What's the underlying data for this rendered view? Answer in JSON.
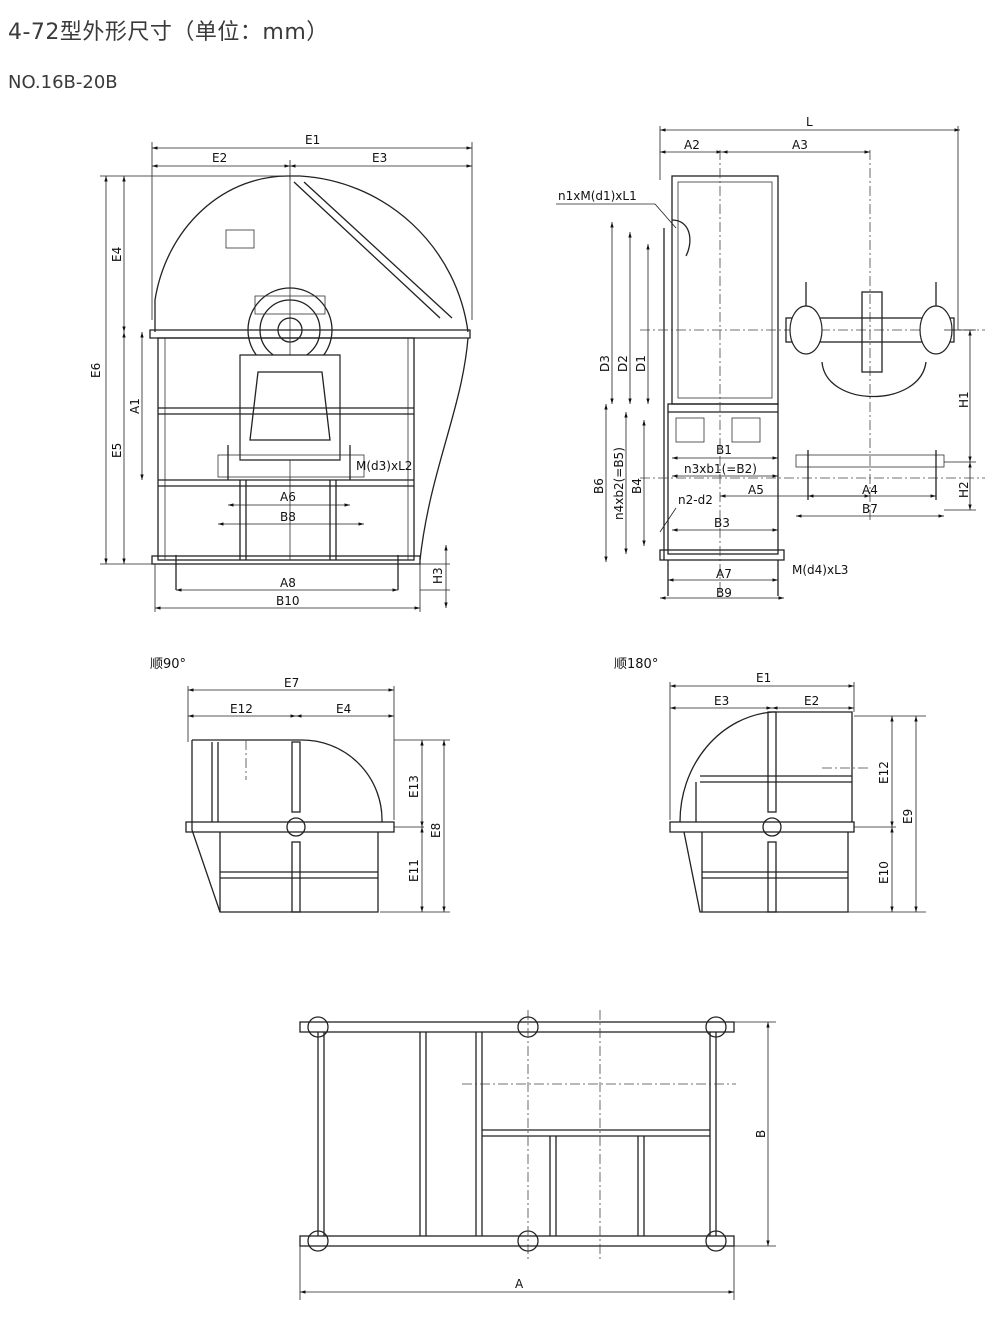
{
  "header": {
    "title": "4-72型外形尺寸（单位：mm）",
    "model": "NO.16B-20B"
  },
  "views": {
    "front": {
      "labels": [
        "E1",
        "E2",
        "E3",
        "E4",
        "E6",
        "E5",
        "A1",
        "M(d3)xL2",
        "A6",
        "B8",
        "A8",
        "B10",
        "H3"
      ]
    },
    "side": {
      "labels": [
        "L",
        "A2",
        "A3",
        "n1xM(d1)xL1",
        "D3",
        "D2",
        "D1",
        "H1",
        "B6",
        "n4xb2(=B5)",
        "B4",
        "B1",
        "n3xb1(=B2)",
        "A5",
        "A4",
        "n2-d2",
        "B3",
        "H2",
        "B7",
        "M(d4)xL3",
        "A7",
        "B9"
      ]
    },
    "rot90": {
      "caption": "顺90°",
      "labels": [
        "E7",
        "E12",
        "E4",
        "E13",
        "E8",
        "E11"
      ]
    },
    "rot180": {
      "caption": "顺180°",
      "labels": [
        "E1",
        "E3",
        "E2",
        "E12",
        "E9",
        "E10"
      ]
    },
    "base": {
      "labels": [
        "B",
        "A"
      ]
    }
  }
}
